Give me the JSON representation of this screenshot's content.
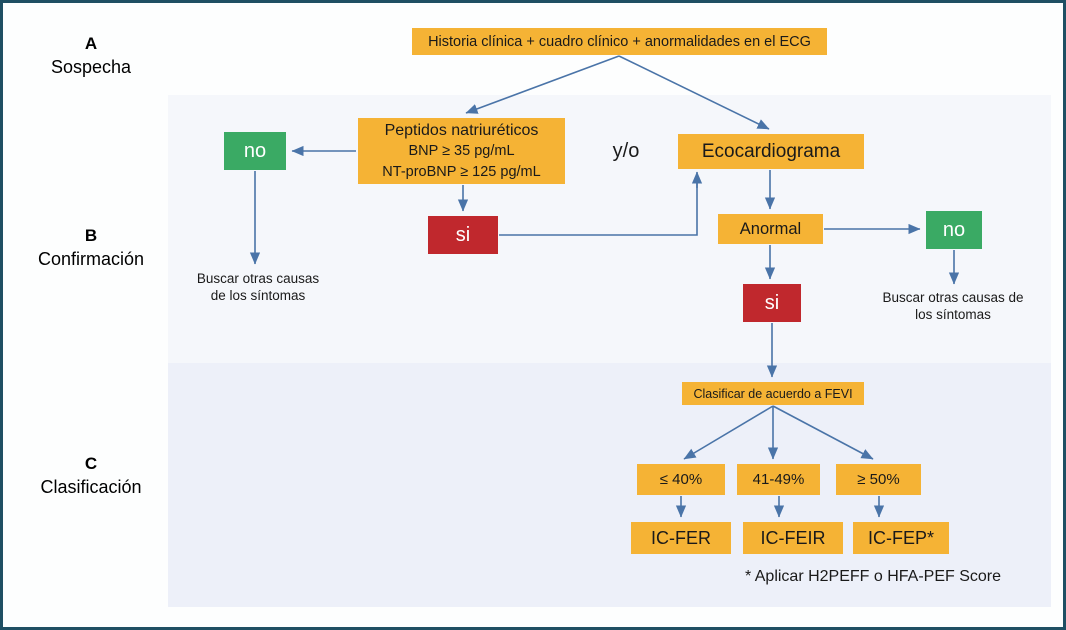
{
  "diagram": {
    "title_nodes": {
      "historia": "Historia clínica + cuadro clínico + anormalidades en el ECG"
    },
    "sections": [
      {
        "letter": "A",
        "name": "Sospecha"
      },
      {
        "letter": "B",
        "name": "Confirmación"
      },
      {
        "letter": "C",
        "name": "Clasificación"
      }
    ],
    "nodes": {
      "peptidos_line1": "Peptidos natriuréticos",
      "peptidos_line2": "BNP ≥ 35 pg/mL",
      "peptidos_line3": "NT-proBNP ≥ 125 pg/mL",
      "no_1": "no",
      "no_2": "no",
      "si_1": "si",
      "si_2": "si",
      "y_o": "y/o",
      "ecocardiograma": "Ecocardiograma",
      "anormal": "Anormal",
      "clasificar": "Clasificar de acuerdo a FEVI",
      "fevi_reducida": "≤ 40%",
      "fevi_intermedia": "41-49%",
      "fevi_preservada": "≥ 50%",
      "ic_fer": "IC-FER",
      "ic_feir": "IC-FEIR",
      "ic_fep": "IC-FEP*"
    },
    "notes": {
      "buscar_izquierda_l1": "Buscar otras causas",
      "buscar_izquierda_l2": "de los síntomas",
      "buscar_derecha_l1": "Buscar otras causas de",
      "buscar_derecha_l2": "los síntomas",
      "footnote": "* Aplicar H2PEFF o HFA-PEF Score"
    },
    "colors": {
      "orange_node": "#f5b335",
      "green_node": "#3aaa64",
      "red_node": "#c0282d",
      "arrow": "#4a74a8",
      "panel_b": "#f5f7fb",
      "panel_c": "#edf0f9",
      "frame": "#1f4f63"
    }
  }
}
